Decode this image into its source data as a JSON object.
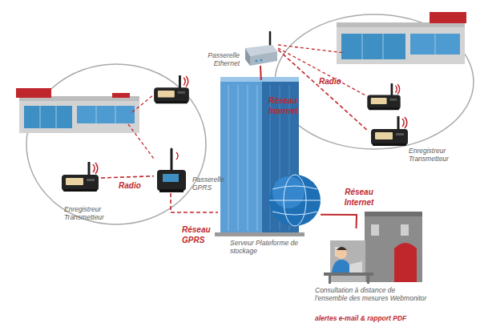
{
  "diagram": {
    "nodes": [
      {
        "text": [
          "Passerelle Ethernet"
        ]
      },
      {
        "text": [
          "Enregistreur Transmetteur"
        ]
      },
      {
        "text": [
          "Enregistreur Transmetteur"
        ]
      },
      {
        "text": [
          "Passerelle GPRS"
        ]
      },
      {
        "text": [
          "Serveur Plateforme de stockage"
        ]
      },
      {
        "text": [
          "Consultation à distance de l'ensemble des mesures Webmonitor",
          "alertes e-mail & rapport PDF"
        ]
      }
    ],
    "edges": [
      {
        "from": 0,
        "to": 4,
        "arrow": "none",
        "label": "Réseau Internet"
      },
      {
        "from": 0,
        "to": 1,
        "arrow": "none",
        "label": "Radio"
      },
      {
        "from": 2,
        "to": 3,
        "arrow": "none",
        "label": "Radio"
      },
      {
        "from": 3,
        "to": 4,
        "arrow": "none",
        "label": "Réseau GPRS"
      },
      {
        "from": 4,
        "to": 5,
        "arrow": "none",
        "label": "Réseau Internet"
      }
    ]
  }
}
